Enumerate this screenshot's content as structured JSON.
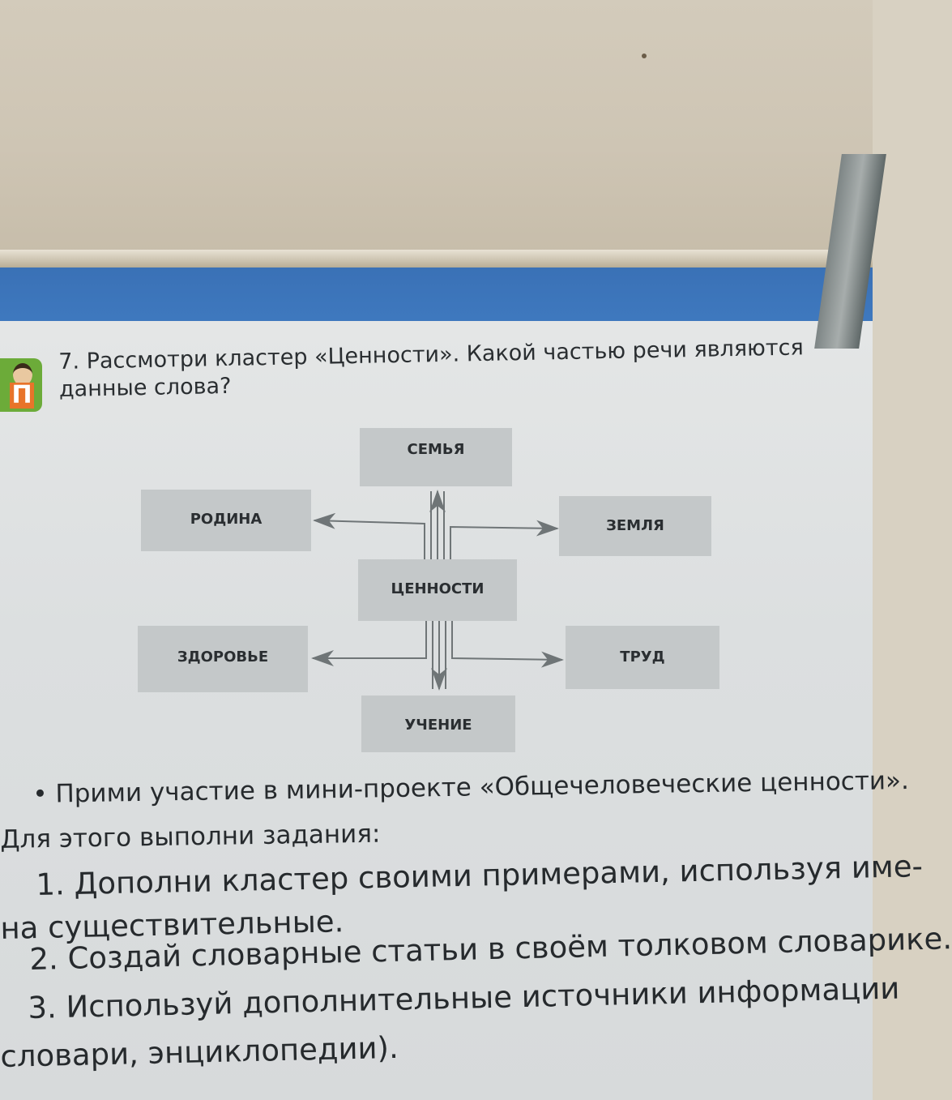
{
  "task": {
    "number": "7.",
    "line1": "Рассмотри кластер «Ценности». Какой частью речи являются",
    "line2": "данные слова?"
  },
  "icon": {
    "name": "pencil-project-icon",
    "glyph": "П"
  },
  "cluster": {
    "center": "ЦЕННОСТИ",
    "top": "СЕМЬЯ",
    "bottom": "УЧЕНИЕ",
    "left_top": "РОДИНА",
    "right_top": "ЗЕМЛЯ",
    "left_bottom": "ЗДОРОВЬЕ",
    "right_bottom": "ТРУД"
  },
  "bullet": {
    "line1": "• Прими участие в мини-проекте «Общечеловеческие ценности».",
    "line2": "Для этого выполни задания:"
  },
  "tasks": {
    "t1a": "1. Дополни кластер своими примерами, используя име-",
    "t1b": "на существительные.",
    "t2": "2. Создай словарные статьи в своём толковом словарике.",
    "t3a": "3. Используй дополнительные источники информации",
    "t3b": "словари, энциклопедии)."
  },
  "colors": {
    "band": "#3f7ac0",
    "icon_green": "#6cab39",
    "icon_orange": "#e8742a",
    "box": "#c4c8c9",
    "text": "#2a2e31"
  }
}
